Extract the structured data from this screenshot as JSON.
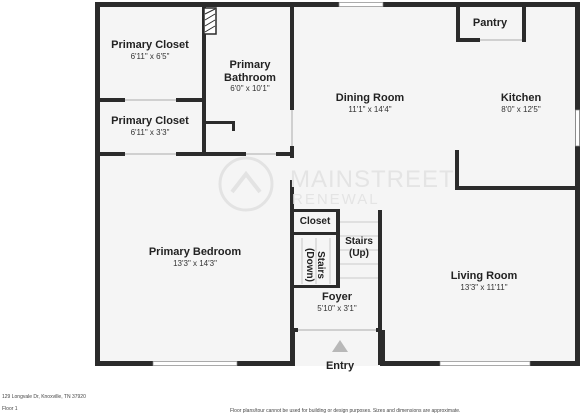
{
  "watermark": {
    "brand_line1": "MAINSTREET",
    "brand_line2": "RENEWAL"
  },
  "rooms": {
    "primary_closet_1": {
      "name": "Primary Closet",
      "dim": "6'11\" x 6'5\""
    },
    "primary_bathroom": {
      "name": "Primary\nBathroom",
      "name_line1": "Primary",
      "name_line2": "Bathroom",
      "dim": "6'0\" x 10'1\""
    },
    "primary_closet_2": {
      "name": "Primary Closet",
      "dim": "6'11\" x 3'3\""
    },
    "dining_room": {
      "name": "Dining Room",
      "dim": "11'1\" x 14'4\""
    },
    "kitchen": {
      "name": "Kitchen",
      "dim": "8'0\" x 12'5\""
    },
    "pantry": {
      "name": "Pantry"
    },
    "primary_bedroom": {
      "name": "Primary Bedroom",
      "dim": "13'3\" x 14'3\""
    },
    "closet": {
      "name": "Closet"
    },
    "stairs_down": {
      "line1": "Stairs",
      "line2": "(Down)"
    },
    "stairs_up": {
      "line1": "Stairs",
      "line2": "(Up)"
    },
    "living_room": {
      "name": "Living Room",
      "dim": "13'3\" x 11'11\""
    },
    "foyer": {
      "name": "Foyer",
      "dim": "5'10\" x 3'1\""
    }
  },
  "entry_label": "Entry",
  "footer": {
    "address": "129 Longvale Dr, Knoxville, TN 37920",
    "floor": "Floor 1",
    "disclaimer": "Floor plans/tour cannot be used for building or design purposes. Sizes and dimensions are approximate."
  },
  "colors": {
    "wall": "#2b2b2b",
    "floor": "#f5f5f5",
    "entry_arrow": "#b8b8b8"
  }
}
